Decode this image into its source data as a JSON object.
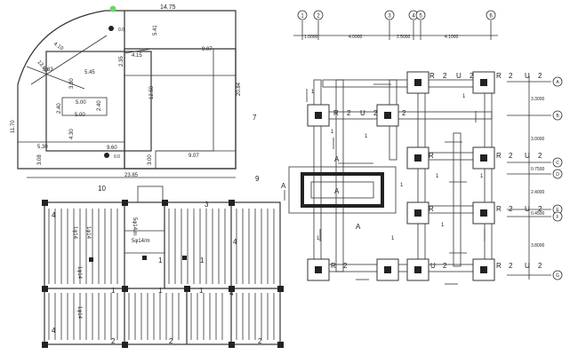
{
  "site_plan": {
    "dims": [
      "14.75",
      "4.10",
      "13.63",
      "5.83",
      "5.41",
      "4.15",
      "9.07",
      "2.35",
      "5.45",
      "3.80",
      "5.00",
      "5.00",
      "2.40",
      "2.40",
      "12.50",
      "20.84",
      "11.70",
      "4.30",
      "5.30",
      "9.60",
      "9.07",
      "3.08",
      "3.00",
      "23.85"
    ],
    "markers": [
      "0.0",
      "0.0"
    ],
    "labels": [
      "7",
      "9",
      "10"
    ]
  },
  "grid_top": {
    "bubbles": [
      "1",
      "2",
      "3",
      "4",
      "5",
      "6"
    ],
    "dims": [
      "1.0000",
      "4.0000",
      "2.5000",
      "4.1000"
    ]
  },
  "grid_right": {
    "bubbles": [
      "A",
      "B",
      "C",
      "D",
      "E",
      "F",
      "G"
    ],
    "dims": [
      "3.3000",
      "3.0000",
      "0.7500",
      "2.4000",
      "0.4500",
      "3.8000"
    ]
  },
  "foundation": {
    "pad_labels": [
      "R",
      "2",
      "U",
      "2"
    ],
    "footing_mark": "1",
    "section_mark": "A"
  },
  "slab": {
    "rebar_labels": [
      "5φ14/m",
      "5φ14/m",
      "1φ14",
      "1φ14",
      "1φ14",
      "1φ14"
    ],
    "panel_marks": [
      "1",
      "2",
      "3",
      "4"
    ]
  }
}
